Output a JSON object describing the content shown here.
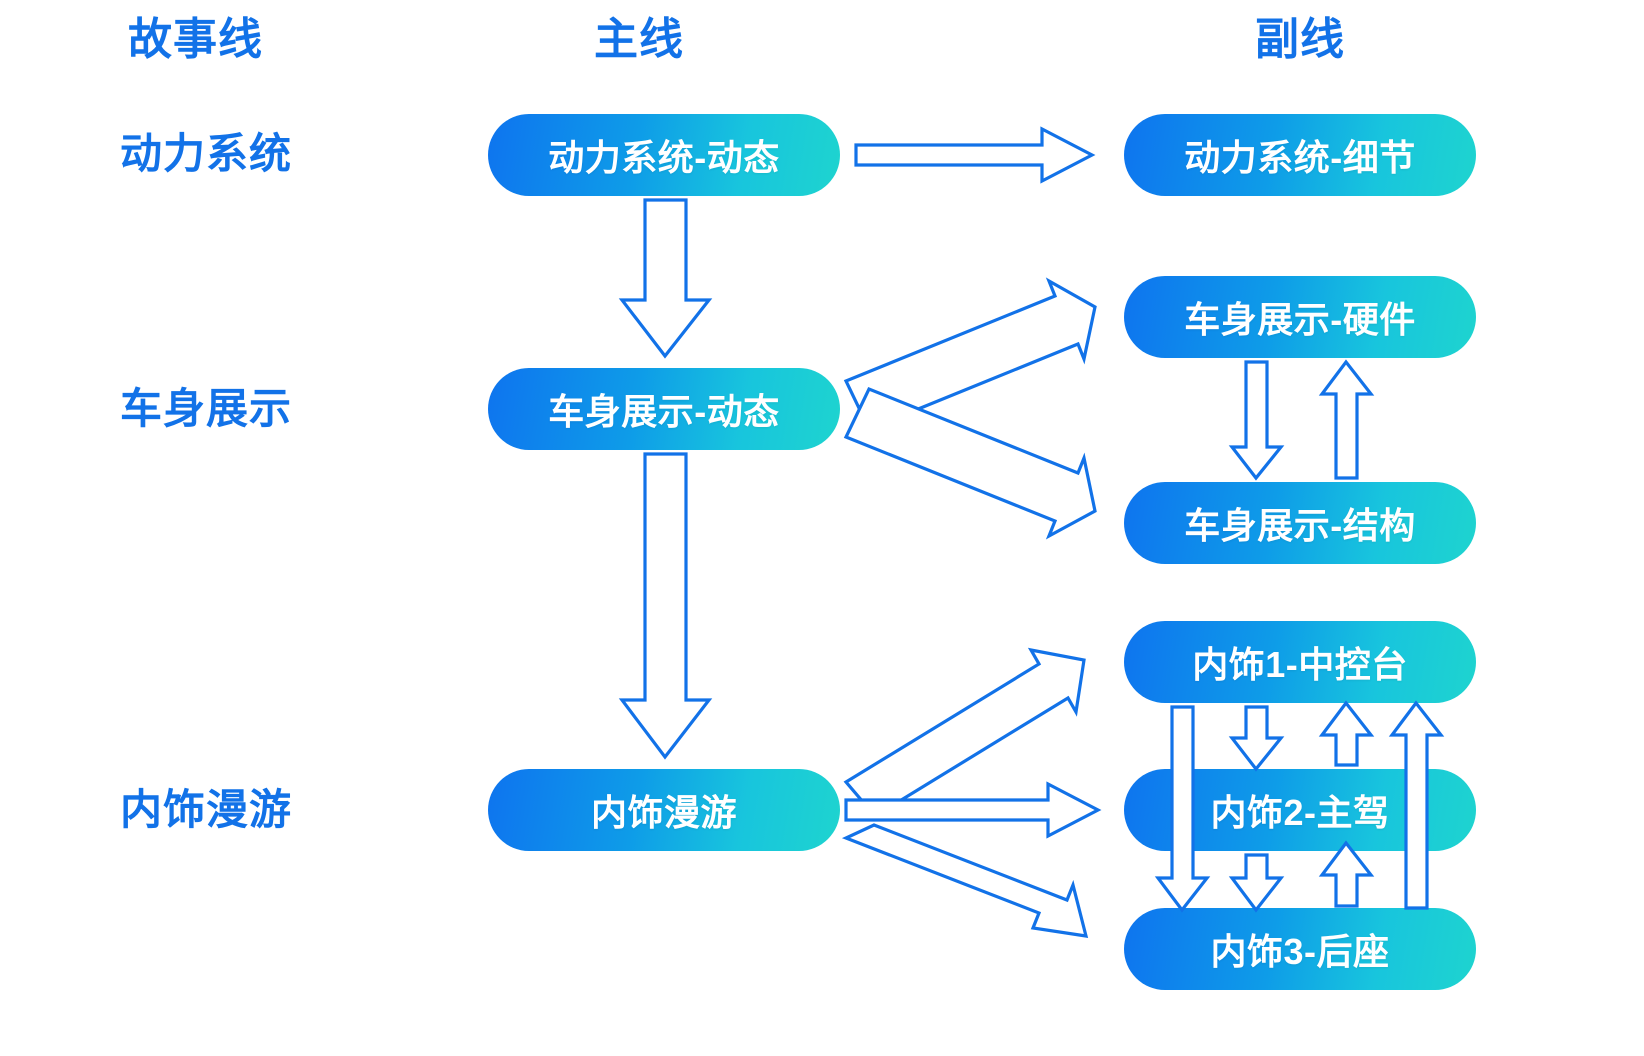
{
  "diagram": {
    "title_columns": [
      {
        "key": "storyline",
        "label": "故事线"
      },
      {
        "key": "main_line",
        "label": "主线"
      },
      {
        "key": "sub_line",
        "label": "副线"
      }
    ],
    "row_labels": [
      {
        "key": "powertrain",
        "label": "动力系统"
      },
      {
        "key": "body_show",
        "label": "车身展示"
      },
      {
        "key": "interior_tour",
        "label": "内饰漫游"
      }
    ],
    "main_nodes": [
      {
        "key": "powertrain-dynamic",
        "label": "动力系统-动态"
      },
      {
        "key": "body-dynamic",
        "label": "车身展示-动态"
      },
      {
        "key": "interior-tour",
        "label": "内饰漫游"
      }
    ],
    "sub_nodes": [
      {
        "key": "powertrain-detail",
        "label": "动力系统-细节"
      },
      {
        "key": "body-hardware",
        "label": "车身展示-硬件"
      },
      {
        "key": "body-structure",
        "label": "车身展示-结构"
      },
      {
        "key": "interior1-console",
        "label": "内饰1-中控台"
      },
      {
        "key": "interior2-driver",
        "label": "内饰2-主驾"
      },
      {
        "key": "interior3-rear",
        "label": "内饰3-后座"
      }
    ],
    "colors": {
      "accent_text": "#1272e8",
      "arrow_stroke": "#1272e8",
      "arrow_fill": "#ffffff",
      "node_gradient_start": "#0e74ef",
      "node_gradient_end": "#1ed4cf",
      "node_text": "#ffffff",
      "background": "#ffffff"
    },
    "connections": [
      {
        "from": "powertrain-dynamic",
        "to": "powertrain-detail",
        "direction": "right"
      },
      {
        "from": "powertrain-dynamic",
        "to": "body-dynamic",
        "direction": "down"
      },
      {
        "from": "body-dynamic",
        "to": "body-hardware",
        "direction": "up-right"
      },
      {
        "from": "body-dynamic",
        "to": "body-structure",
        "direction": "down-right"
      },
      {
        "from": "body-dynamic",
        "to": "interior-tour",
        "direction": "down"
      },
      {
        "from": "body-hardware",
        "to": "body-structure",
        "direction": "down"
      },
      {
        "from": "body-structure",
        "to": "body-hardware",
        "direction": "up"
      },
      {
        "from": "interior-tour",
        "to": "interior1-console",
        "direction": "up-right"
      },
      {
        "from": "interior-tour",
        "to": "interior2-driver",
        "direction": "right"
      },
      {
        "from": "interior-tour",
        "to": "interior3-rear",
        "direction": "down-right"
      },
      {
        "from": "interior1-console",
        "to": "interior3-rear",
        "direction": "down"
      },
      {
        "from": "interior1-console",
        "to": "interior2-driver",
        "direction": "down"
      },
      {
        "from": "interior2-driver",
        "to": "interior1-console",
        "direction": "up"
      },
      {
        "from": "interior2-driver",
        "to": "interior3-rear",
        "direction": "down"
      },
      {
        "from": "interior3-rear",
        "to": "interior2-driver",
        "direction": "up"
      },
      {
        "from": "interior3-rear",
        "to": "interior1-console",
        "direction": "up"
      }
    ]
  }
}
